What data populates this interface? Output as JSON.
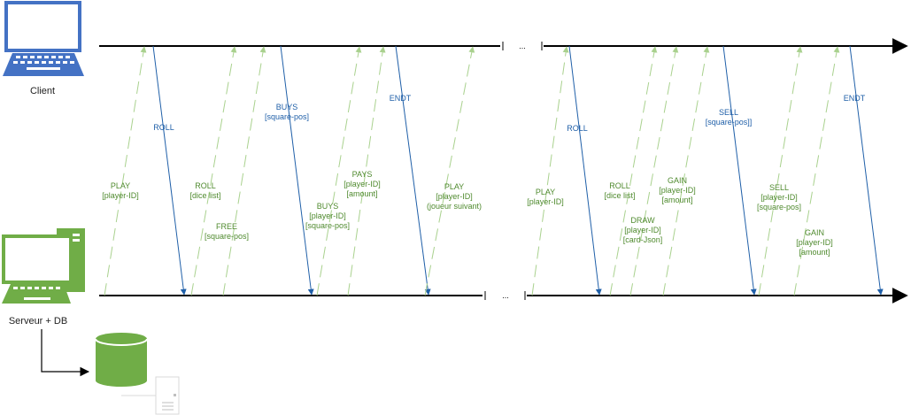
{
  "actors": {
    "client": {
      "label": "Client"
    },
    "server": {
      "label": "Serveur + DB"
    }
  },
  "ellipsis": "...",
  "colors": {
    "client_msg": "#1f5fa8",
    "server_msg": "#70ad47",
    "monitor_blue": "#4472c4",
    "server_green": "#70ad47",
    "timeline": "#000000"
  },
  "messages": [
    {
      "dir": "to-server",
      "lines": [
        "ROLL"
      ]
    },
    {
      "dir": "to-client",
      "lines": [
        "PLAY",
        "[player-ID]"
      ]
    },
    {
      "dir": "to-client",
      "lines": [
        "ROLL",
        "[dice list]"
      ]
    },
    {
      "dir": "to-client",
      "lines": [
        "FREE",
        "[square-pos]"
      ]
    },
    {
      "dir": "to-server",
      "lines": [
        "BUYS",
        "[square-pos]"
      ]
    },
    {
      "dir": "to-client",
      "lines": [
        "BUYS",
        "[player-ID]",
        "[square-pos]"
      ]
    },
    {
      "dir": "to-client",
      "lines": [
        "PAYS",
        "[player-ID]",
        "[amount]"
      ]
    },
    {
      "dir": "to-server",
      "lines": [
        "ENDT"
      ]
    },
    {
      "dir": "to-client",
      "lines": [
        "PLAY",
        "[player-ID]",
        "(joueur suivant)"
      ]
    },
    {
      "dir": "to-client",
      "lines": [
        "PLAY",
        "[player-ID]"
      ]
    },
    {
      "dir": "to-server",
      "lines": [
        "ROLL"
      ]
    },
    {
      "dir": "to-client",
      "lines": [
        "ROLL",
        "[dice list]"
      ]
    },
    {
      "dir": "to-client",
      "lines": [
        "DRAW",
        "[player-ID]",
        "[card-Json]"
      ]
    },
    {
      "dir": "to-client",
      "lines": [
        "GAIN",
        "[player-ID]",
        "[amount]"
      ]
    },
    {
      "dir": "to-server",
      "lines": [
        "SELL",
        "[square-pos]]"
      ]
    },
    {
      "dir": "to-client",
      "lines": [
        "SELL",
        "[player-ID]",
        "[square-pos]"
      ]
    },
    {
      "dir": "to-client",
      "lines": [
        "GAIN",
        "[player-ID]",
        "[amount]"
      ]
    },
    {
      "dir": "to-server",
      "lines": [
        "ENDT"
      ]
    }
  ]
}
